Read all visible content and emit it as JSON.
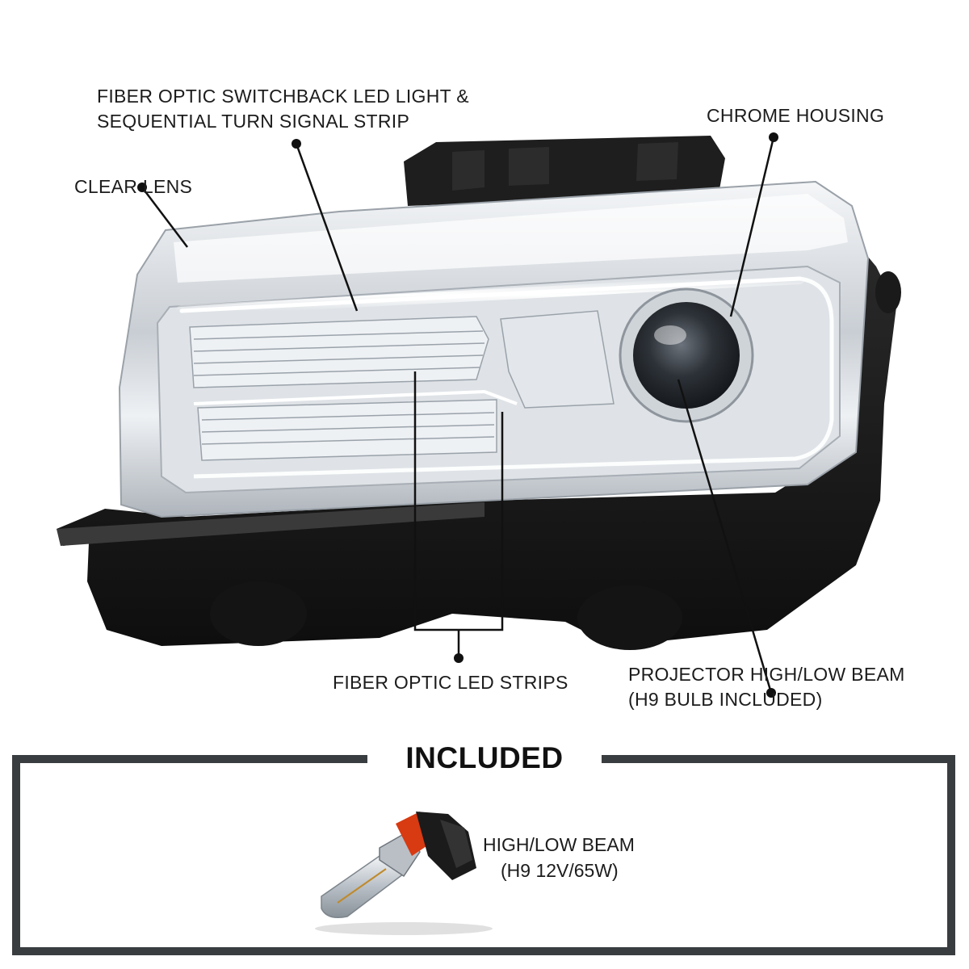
{
  "callouts": {
    "fiber_switchback": {
      "line1": "FIBER OPTIC SWITCHBACK LED LIGHT &",
      "line2": "SEQUENTIAL TURN SIGNAL STRIP"
    },
    "chrome_housing": "CHROME HOUSING",
    "clear_lens": "CLEAR LENS",
    "fiber_strips": "FIBER OPTIC LED STRIPS",
    "projector": {
      "line1": "PROJECTOR HIGH/LOW BEAM",
      "line2": "(H9 BULB INCLUDED)"
    }
  },
  "included": {
    "title": "INCLUDED",
    "bulb": {
      "line1": "HIGH/LOW BEAM",
      "line2": "(H9 12V/65W)"
    }
  },
  "colors": {
    "text": "#1c1c1c",
    "frame": "#3a3d40",
    "housing_black": "#1b1b1b",
    "chrome": "#d9dde2"
  }
}
